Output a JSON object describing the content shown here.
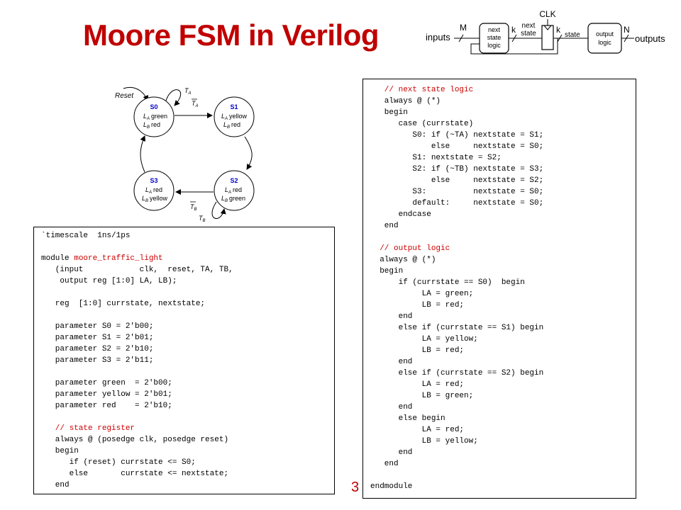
{
  "slide": {
    "title": "Moore FSM in Verilog",
    "page_number": "3",
    "title_color": "#c00000",
    "comment_color": "#cc0000",
    "state_label_color": "#0000cc"
  },
  "block_diagram": {
    "inputs_label": "inputs",
    "m_label": "M",
    "next_state_logic_label": [
      "next",
      "state",
      "logic"
    ],
    "k_label": "k",
    "clk_label": "CLK",
    "next_state_label": [
      "next",
      "state"
    ],
    "state_label": "state",
    "output_logic_label": [
      "output",
      "logic"
    ],
    "n_label": "N",
    "outputs_label": "outputs"
  },
  "state_diagram": {
    "reset_label": "Reset",
    "states": [
      {
        "name": "S0",
        "la": "green",
        "lb": "red"
      },
      {
        "name": "S1",
        "la": "yellow",
        "lb": "red"
      },
      {
        "name": "S2",
        "la": "red",
        "lb": "green"
      },
      {
        "name": "S3",
        "la": "red",
        "lb": "yellow"
      }
    ],
    "la_prefix": "L",
    "la_sub": "A",
    "lb_prefix": "L",
    "lb_sub": "B",
    "t_a": "T",
    "t_a_sub": "A",
    "t_b": "T",
    "t_b_sub": "B"
  },
  "code_left": [
    {
      "text": "`timescale  1ns/1ps",
      "comment": false
    },
    {
      "text": "",
      "comment": false
    },
    {
      "text": "module ",
      "comment": false,
      "extra": "moore_traffic_light"
    },
    {
      "text": "   (input            clk,  reset, TA, TB,",
      "comment": false
    },
    {
      "text": "    output reg [1:0] LA, LB);",
      "comment": false
    },
    {
      "text": "",
      "comment": false
    },
    {
      "text": "   reg  [1:0] currstate, nextstate;",
      "comment": false
    },
    {
      "text": "",
      "comment": false
    },
    {
      "text": "   parameter S0 = 2'b00;",
      "comment": false
    },
    {
      "text": "   parameter S1 = 2'b01;",
      "comment": false
    },
    {
      "text": "   parameter S2 = 2'b10;",
      "comment": false
    },
    {
      "text": "   parameter S3 = 2'b11;",
      "comment": false
    },
    {
      "text": "",
      "comment": false
    },
    {
      "text": "   parameter green  = 2'b00;",
      "comment": false
    },
    {
      "text": "   parameter yellow = 2'b01;",
      "comment": false
    },
    {
      "text": "   parameter red    = 2'b10;",
      "comment": false
    },
    {
      "text": "",
      "comment": false
    },
    {
      "text": "   // state register",
      "comment": true
    },
    {
      "text": "   always @ (posedge clk, posedge reset)",
      "comment": false
    },
    {
      "text": "   begin",
      "comment": false
    },
    {
      "text": "      if (reset) currstate <= S0;",
      "comment": false
    },
    {
      "text": "      else       currstate <= nextstate;",
      "comment": false
    },
    {
      "text": "   end",
      "comment": false
    }
  ],
  "code_right": [
    {
      "text": "   // next state logic",
      "comment": true
    },
    {
      "text": "   always @ (*)",
      "comment": false
    },
    {
      "text": "   begin",
      "comment": false
    },
    {
      "text": "      case (currstate)",
      "comment": false
    },
    {
      "text": "         S0: if (~TA) nextstate = S1;",
      "comment": false
    },
    {
      "text": "             else     nextstate = S0;",
      "comment": false
    },
    {
      "text": "         S1: nextstate = S2;",
      "comment": false
    },
    {
      "text": "         S2: if (~TB) nextstate = S3;",
      "comment": false
    },
    {
      "text": "             else     nextstate = S2;",
      "comment": false
    },
    {
      "text": "         S3:          nextstate = S0;",
      "comment": false
    },
    {
      "text": "         default:     nextstate = S0;",
      "comment": false
    },
    {
      "text": "      endcase",
      "comment": false
    },
    {
      "text": "   end",
      "comment": false
    },
    {
      "text": "",
      "comment": false
    },
    {
      "text": "  // output logic",
      "comment": true
    },
    {
      "text": "  always @ (*)",
      "comment": false
    },
    {
      "text": "  begin",
      "comment": false
    },
    {
      "text": "      if (currstate == S0)  begin",
      "comment": false
    },
    {
      "text": "           LA = green;",
      "comment": false
    },
    {
      "text": "           LB = red;",
      "comment": false
    },
    {
      "text": "      end",
      "comment": false
    },
    {
      "text": "      else if (currstate == S1) begin",
      "comment": false
    },
    {
      "text": "           LA = yellow;",
      "comment": false
    },
    {
      "text": "           LB = red;",
      "comment": false
    },
    {
      "text": "      end",
      "comment": false
    },
    {
      "text": "      else if (currstate == S2) begin",
      "comment": false
    },
    {
      "text": "           LA = red;",
      "comment": false
    },
    {
      "text": "           LB = green;",
      "comment": false
    },
    {
      "text": "      end",
      "comment": false
    },
    {
      "text": "      else begin",
      "comment": false
    },
    {
      "text": "           LA = red;",
      "comment": false
    },
    {
      "text": "           LB = yellow;",
      "comment": false
    },
    {
      "text": "      end",
      "comment": false
    },
    {
      "text": "   end",
      "comment": false
    },
    {
      "text": "",
      "comment": false
    },
    {
      "text": "endmodule",
      "comment": false
    }
  ]
}
